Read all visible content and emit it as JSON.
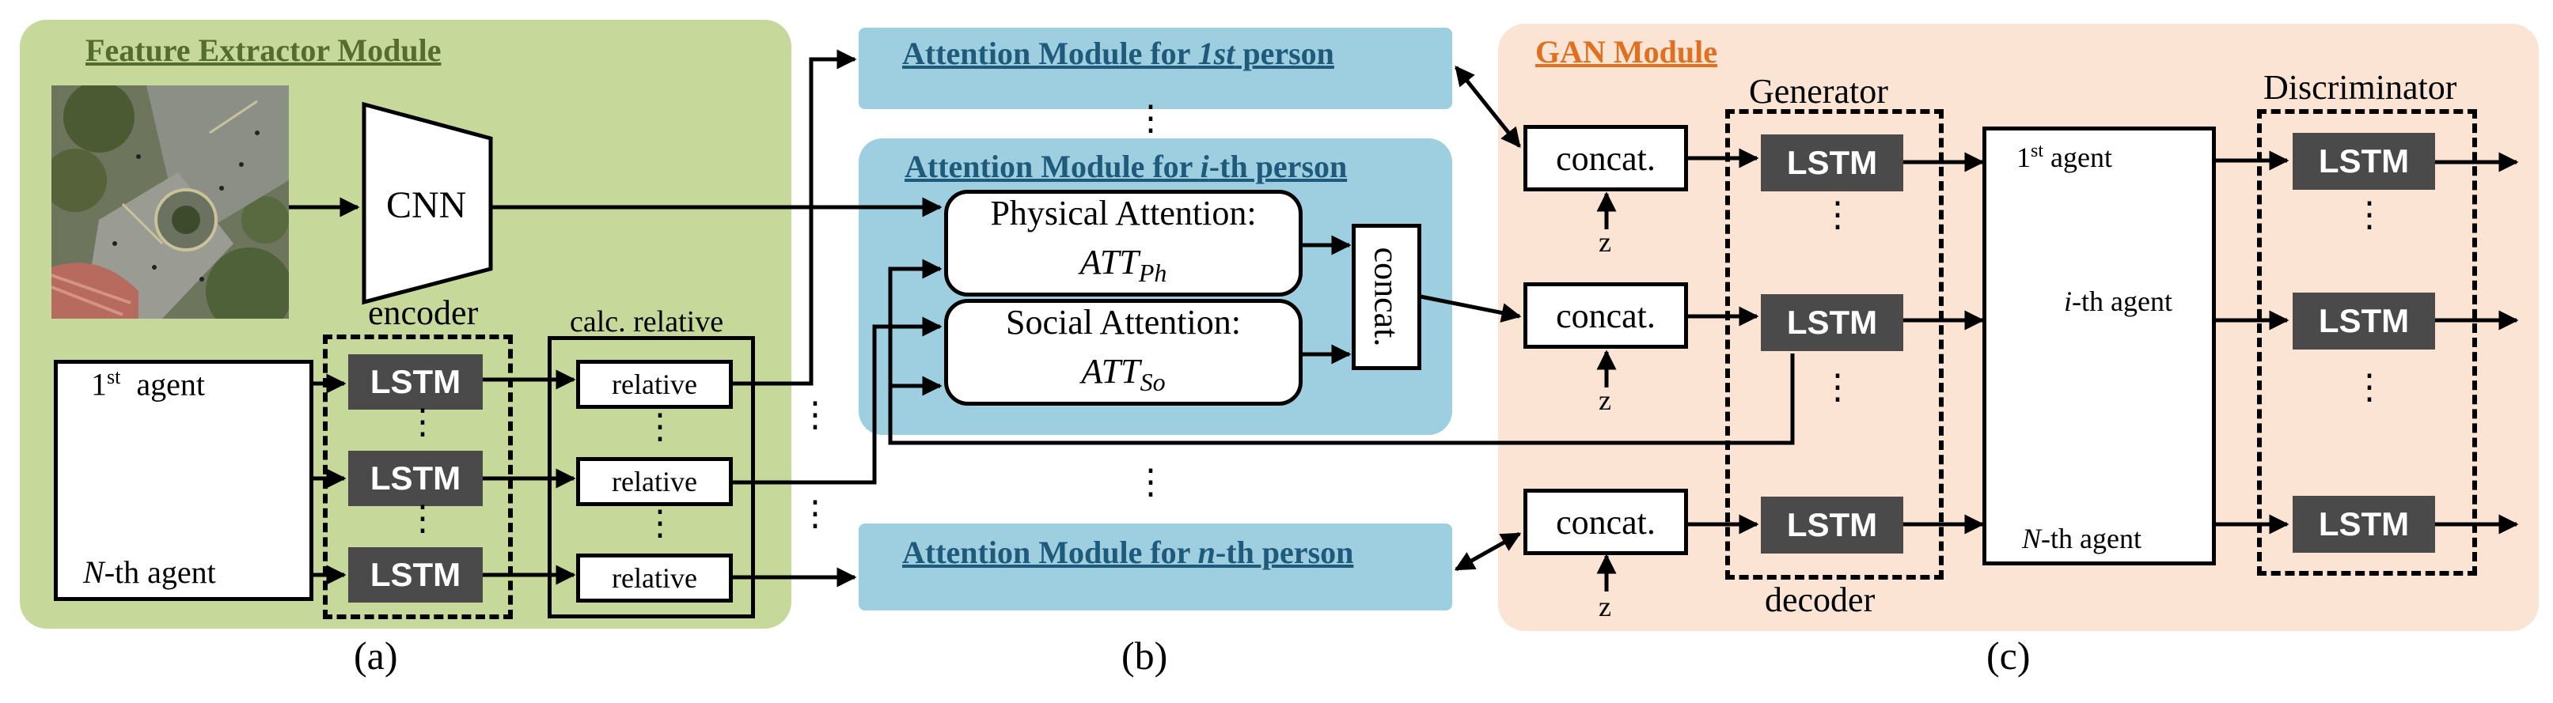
{
  "panel_a": {
    "title": "Feature Extractor Module",
    "cnn_label": "CNN",
    "encoder_label": "encoder",
    "calc_label": "calc. relative",
    "lstm_label": "LSTM",
    "relative_label": "relative",
    "agent_first_num": "1",
    "agent_first_sup": "st",
    "agent_first_text": "agent",
    "agent_n_var": "N",
    "agent_n_text": "-th agent",
    "caption": "(a)"
  },
  "panel_b": {
    "top_title_pre": "Attention Module for ",
    "top_title_var": "1st",
    "top_title_post": " person",
    "mid_title_pre": "Attention Module for ",
    "mid_title_var": "i",
    "mid_title_post": "-th person",
    "bottom_title_pre": "Attention Module for ",
    "bottom_title_var": "n",
    "bottom_title_post": "-th person",
    "physical_label": "Physical Attention:",
    "physical_math": "ATT",
    "physical_sub": "Ph",
    "social_label": "Social Attention:",
    "social_math": "ATT",
    "social_sub": "So",
    "concat_label": "concat.",
    "caption": "(b)"
  },
  "panel_c": {
    "title": "GAN Module",
    "concat_label": "concat.",
    "z_label": "z",
    "generator_label": "Generator",
    "decoder_label": "decoder",
    "discriminator_label": "Discriminator",
    "lstm_label": "LSTM",
    "agent_first_num": "1",
    "agent_first_sup": "st",
    "agent_first_text": "agent",
    "agent_i_var": "i",
    "agent_i_text": "-th agent",
    "agent_n_var": "N",
    "agent_n_text": "-th agent",
    "caption": "(c)"
  },
  "dots": "⋮",
  "colors": {
    "panel_a_bg": "#c6d89a",
    "panel_b_bg": "#9dcfe0",
    "panel_c_bg": "#fbe4d3",
    "panel_a_title": "#556b2f",
    "panel_b_title": "#1f5a7a",
    "panel_c_title": "#e07020",
    "lstm_box": "#4a4a4a",
    "arrow_red": "#b5524a",
    "arrow_green": "#8aa84f",
    "arrow_blue": "#3f6f9f"
  }
}
